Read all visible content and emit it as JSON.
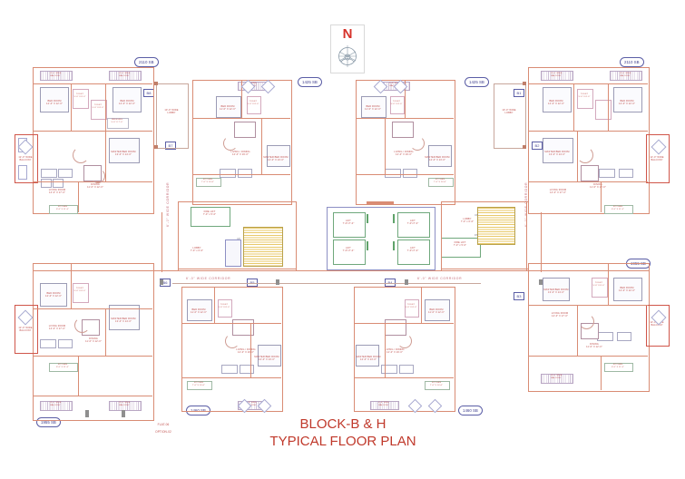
{
  "title": {
    "line1": "BLOCK-B & H",
    "line2": "TYPICAL FLOOR PLAN"
  },
  "north": {
    "letter": "N",
    "icon": "compass-rose-icon"
  },
  "area_tags": [
    {
      "id": "tag-tl",
      "value": "2110 SB"
    },
    {
      "id": "tag-tc-left",
      "value": "1425 SB"
    },
    {
      "id": "tag-tc-right",
      "value": "1425 SB"
    },
    {
      "id": "tag-tr",
      "value": "2110 SB"
    },
    {
      "id": "tag-r-mid",
      "value": "1955 SB"
    },
    {
      "id": "tag-bl",
      "value": "1955 SB"
    },
    {
      "id": "tag-bc-left",
      "value": "1460 SB"
    },
    {
      "id": "tag-bc-right",
      "value": "1460 SB"
    }
  ],
  "flat_numbers": [
    {
      "id": "flat-b8",
      "value": "B8"
    },
    {
      "id": "flat-b7",
      "value": "B7"
    },
    {
      "id": "flat-b1",
      "value": "B1"
    },
    {
      "id": "flat-b2",
      "value": "B2"
    },
    {
      "id": "flat-b6",
      "value": "B6"
    },
    {
      "id": "flat-b5",
      "value": "B5"
    },
    {
      "id": "flat-b4",
      "value": "B4"
    },
    {
      "id": "flat-b3",
      "value": "B3"
    }
  ],
  "option_note": {
    "line1": "FLAT-06",
    "line2": "OPTION-02"
  },
  "corridors": [
    {
      "id": "corridor-left-vertical",
      "text": "6'-0\" WIDE CORRIDOR"
    },
    {
      "id": "corridor-right-vertical",
      "text": "6'-0\" WIDE CORRIDOR"
    },
    {
      "id": "corridor-bottom-left",
      "text": "6'-0\" WIDE CORRIDOR"
    },
    {
      "id": "corridor-bottom-right",
      "text": "6'-0\" WIDE CORRIDOR"
    },
    {
      "id": "corridor-core-vertical",
      "text": "6'-0\" WIDE CORRIDOR"
    }
  ],
  "core": {
    "lifts": [
      {
        "id": "lift-1",
        "name": "LIFT",
        "size": "7'-0\"x7'-0\""
      },
      {
        "id": "lift-2",
        "name": "LIFT",
        "size": "7'-0\"x7'-0\""
      },
      {
        "id": "lift-3",
        "name": "LIFT",
        "size": "7'-0\"x7'-0\""
      },
      {
        "id": "lift-4",
        "name": "LIFT",
        "size": "7'-0\"x7'-0\""
      }
    ],
    "fire_lifts": [
      {
        "id": "fire-lift-left",
        "name": "FIRE LIFT",
        "size": "7'-0\" x 5'-0\""
      },
      {
        "id": "fire-lift-right",
        "name": "FIRE LIFT",
        "size": "7'-0\" x 5'-0\""
      }
    ],
    "lobbies": [
      {
        "id": "lobby-left",
        "name": "LOBBY",
        "size": "7'-0\" x 6'-0\""
      },
      {
        "id": "lobby-right",
        "name": "LOBBY",
        "size": "7'-0\" x 6'-0\""
      }
    ],
    "stair_marks": [
      {
        "id": "stair-up-left",
        "text": "UP"
      },
      {
        "id": "stair-dn-left",
        "text": "DN"
      },
      {
        "id": "stair-up-right",
        "text": "UP"
      },
      {
        "id": "stair-dn-right",
        "text": "DN"
      }
    ]
  },
  "entry_lobbies": [
    {
      "id": "entry-lobby-tl",
      "name": "10'-0\" WIDE",
      "sub": "LOBBY"
    },
    {
      "id": "entry-lobby-tr",
      "name": "10'-0\" WIDE",
      "sub": "LOBBY"
    }
  ],
  "units": [
    {
      "id": "unit-top-left",
      "rooms": [
        {
          "name": "BALCONY",
          "size": "12'-0\" WIDE"
        },
        {
          "name": "BED ROOM",
          "size": "12'-0\" X 12'-0\""
        },
        {
          "name": "TOILET",
          "size": "5'-0\" X 8'-0\""
        },
        {
          "name": "TOILET",
          "size": "5'-0\" X 8'-0\""
        },
        {
          "name": "BED ROOM",
          "size": "12'-0\" X 12'-0\""
        },
        {
          "name": "DRESSING",
          "size": "5'-0\" X 7'-0\""
        },
        {
          "name": "LIVING ROOM",
          "size": "14'-0\" X 17'-0\""
        },
        {
          "name": "DINING",
          "size": "11'-0\" X 12'-0\""
        },
        {
          "name": "BALCONY",
          "size": "5'-0\" WIDE"
        },
        {
          "name": "MASTER BED ROOM",
          "size": "13'-0\" X 14'-0\""
        },
        {
          "name": "KITCHEN",
          "size": "8'-0\" X 11'-0\""
        },
        {
          "name": "VERANDAH",
          "size": "4'-0\" WIDE"
        }
      ]
    },
    {
      "id": "unit-top-center-left",
      "rooms": [
        {
          "name": "BED ROOM",
          "size": "11'-0\" X 12'-0\""
        },
        {
          "name": "TOILET",
          "size": "5'-0\" X 8'-0\""
        },
        {
          "name": "LIVING / DINING",
          "size": "12'-0\" X 19'-0\""
        },
        {
          "name": "MASTER BED ROOM",
          "size": "12'-0\" X 13'-0\""
        },
        {
          "name": "KITCHEN",
          "size": "7'-6\" X 10'-0\""
        },
        {
          "name": "BALCONY",
          "size": "4'-0\" WIDE"
        }
      ]
    },
    {
      "id": "unit-top-center-right",
      "rooms": [
        {
          "name": "BED ROOM",
          "size": "11'-0\" X 12'-0\""
        },
        {
          "name": "TOILET",
          "size": "5'-0\" X 8'-0\""
        },
        {
          "name": "LIVING / DINING",
          "size": "12'-0\" X 19'-0\""
        },
        {
          "name": "MASTER BED ROOM",
          "size": "12'-0\" X 13'-0\""
        },
        {
          "name": "KITCHEN",
          "size": "7'-6\" X 10'-0\""
        },
        {
          "name": "BALCONY",
          "size": "4'-0\" WIDE"
        }
      ]
    },
    {
      "id": "unit-top-right",
      "rooms": [
        {
          "name": "BALCONY",
          "size": "12'-0\" WIDE"
        },
        {
          "name": "BED ROOM",
          "size": "12'-0\" X 12'-0\""
        },
        {
          "name": "TOILET",
          "size": "5'-0\" X 8'-0\""
        },
        {
          "name": "LIVING ROOM",
          "size": "14'-0\" X 17'-0\""
        },
        {
          "name": "DINING",
          "size": "11'-0\" X 12'-0\""
        },
        {
          "name": "MASTER BED ROOM",
          "size": "13'-0\" X 14'-0\""
        },
        {
          "name": "KITCHEN",
          "size": "8'-0\" X 11'-0\""
        }
      ]
    },
    {
      "id": "unit-bottom-left",
      "rooms": [
        {
          "name": "BED ROOM",
          "size": "12'-0\" X 12'-0\""
        },
        {
          "name": "TOILET",
          "size": "5'-0\" X 8'-0\""
        },
        {
          "name": "LIVING ROOM",
          "size": "14'-0\" X 17'-0\""
        },
        {
          "name": "DINING",
          "size": "11'-0\" X 12'-0\""
        },
        {
          "name": "MASTER BED ROOM",
          "size": "13'-0\" X 14'-0\""
        },
        {
          "name": "KITCHEN",
          "size": "8'-0\" X 11'-0\""
        },
        {
          "name": "BALCONY",
          "size": "12'-0\" WIDE"
        }
      ]
    },
    {
      "id": "unit-bottom-center-left",
      "rooms": [
        {
          "name": "BED ROOM",
          "size": "11'-0\" X 12'-0\""
        },
        {
          "name": "TOILET",
          "size": "5'-0\" X 8'-0\""
        },
        {
          "name": "LIVING / DINING",
          "size": "12'-0\" X 19'-0\""
        },
        {
          "name": "MASTER BED ROOM",
          "size": "12'-0\" X 13'-0\""
        },
        {
          "name": "KITCHEN",
          "size": "7'-6\" X 10'-0\""
        },
        {
          "name": "BALCONY",
          "size": "4'-0\" WIDE"
        }
      ]
    },
    {
      "id": "unit-bottom-center-right",
      "rooms": [
        {
          "name": "BED ROOM",
          "size": "11'-0\" X 12'-0\""
        },
        {
          "name": "TOILET",
          "size": "5'-0\" X 8'-0\""
        },
        {
          "name": "LIVING / DINING",
          "size": "12'-0\" X 19'-0\""
        },
        {
          "name": "MASTER BED ROOM",
          "size": "12'-0\" X 13'-0\""
        },
        {
          "name": "KITCHEN",
          "size": "7'-6\" X 10'-0\""
        },
        {
          "name": "BALCONY",
          "size": "4'-0\" WIDE"
        }
      ]
    },
    {
      "id": "unit-bottom-right",
      "rooms": [
        {
          "name": "BED ROOM",
          "size": "12'-0\" X 12'-0\""
        },
        {
          "name": "TOILET",
          "size": "5'-0\" X 8'-0\""
        },
        {
          "name": "LIVING ROOM",
          "size": "14'-0\" X 17'-0\""
        },
        {
          "name": "DINING",
          "size": "11'-0\" X 12'-0\""
        },
        {
          "name": "MASTER BED ROOM",
          "size": "13'-0\" X 14'-0\""
        },
        {
          "name": "KITCHEN",
          "size": "8'-0\" X 11'-0\""
        },
        {
          "name": "BALCONY",
          "size": "12'-0\" WIDE"
        }
      ]
    }
  ],
  "colors": {
    "wall": "#d98c74",
    "text_red": "#c0504d",
    "title_red": "#c0392b",
    "tag_blue": "#3f3f8f",
    "core_violet": "#8d8fc4",
    "lift_green": "#6fa87c",
    "stair_yellow": "#e8c96a"
  }
}
